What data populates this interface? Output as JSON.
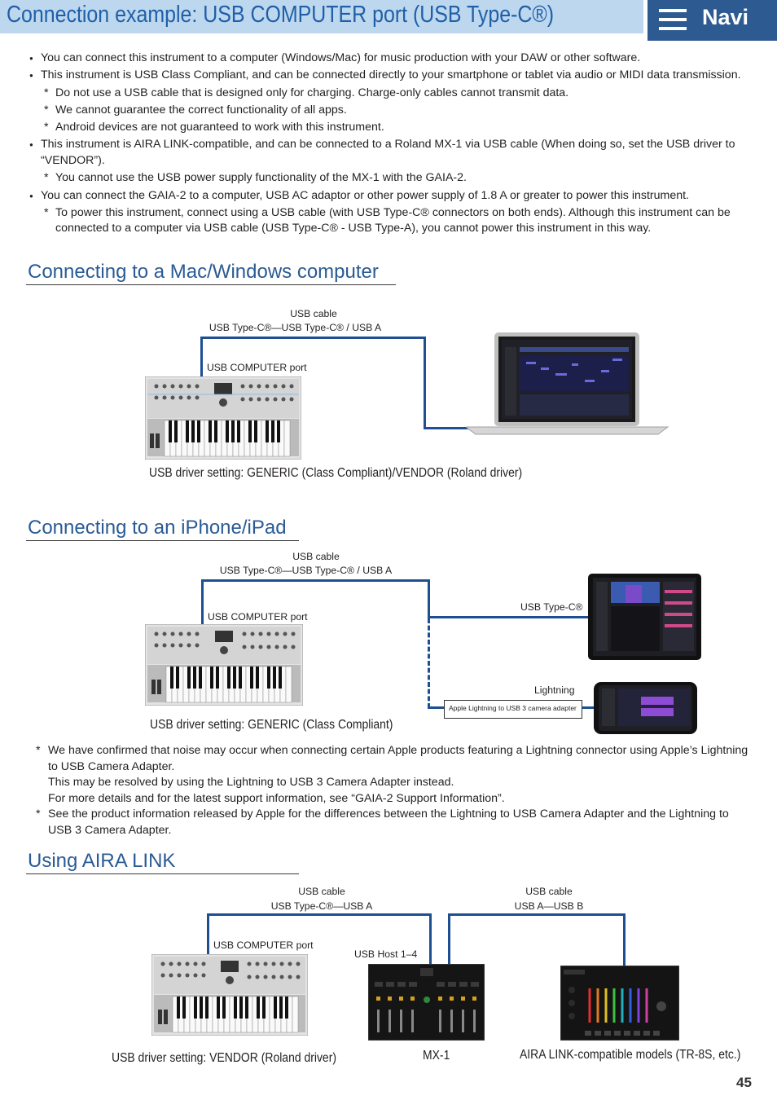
{
  "header": {
    "title": "Connection example: USB COMPUTER port (USB Type-C®)",
    "navi_label": "Navi"
  },
  "intro": {
    "b1": "You can connect this instrument to a computer (Windows/Mac) for music production with your DAW or other software.",
    "b2": "This instrument is USB Class Compliant, and can be connected directly to your smartphone or tablet via audio or MIDI data transmission.",
    "b2_n1": "Do not use a USB cable that is designed only for charging. Charge-only cables cannot transmit data.",
    "b2_n2": "We cannot guarantee the correct functionality of all apps.",
    "b2_n3": "Android devices are not guaranteed to work with this instrument.",
    "b3": "This instrument is AIRA LINK-compatible, and can be connected to a Roland MX-1 via USB cable (When doing so, set the USB driver to “VENDOR”).",
    "b3_n1": "You cannot use the USB power supply functionality of the MX-1 with the GAIA-2.",
    "b4": "You can connect the GAIA-2 to a computer, USB AC adaptor or other power supply of 1.8 A or greater to power this instrument.",
    "b4_n1": "To power this instrument, connect using a USB cable (with USB Type-C® connectors on both ends). Although this instrument can be connected to a computer via USB cable (USB Type-C® - USB Type-A), you cannot power this instrument in this way."
  },
  "sec_mac": {
    "title": "Connecting to a Mac/Windows computer",
    "cable_label": "USB cable",
    "cable_type": "USB Type-C®—USB Type-C® / USB A",
    "port_label": "USB COMPUTER port",
    "caption": "USB driver setting: GENERIC (Class Compliant)/VENDOR (Roland driver)"
  },
  "sec_ios": {
    "title": "Connecting to an iPhone/iPad",
    "cable_label": "USB cable",
    "cable_type": "USB Type-C®—USB Type-C® / USB A",
    "port_label": "USB COMPUTER port",
    "typec_label": "USB Type-C®",
    "lightning_label": "Lightning",
    "adapter_label": "Apple Lightning to USB 3 camera adapter",
    "caption": "USB driver setting: GENERIC (Class Compliant)"
  },
  "notes": {
    "n1_l1": "We have confirmed that noise may occur when connecting certain Apple products featuring a Lightning connector using Apple’s Lightning to USB Camera Adapter.",
    "n1_l2": "This may be resolved by using the Lightning to USB 3 Camera Adapter instead.",
    "n1_l3": "For more details and for the latest support information, see “GAIA-2 Support Information”.",
    "n2": "See the product information released by Apple for the differences between the Lightning to USB Camera Adapter and the Lightning to USB 3 Camera Adapter."
  },
  "sec_aira": {
    "title": "Using AIRA LINK",
    "cable1_label": "USB cable",
    "cable1_type": "USB Type-C®—USB A",
    "cable2_label": "USB cable",
    "cable2_type": "USB A—USB B",
    "port_label": "USB COMPUTER port",
    "host_label": "USB Host 1–4",
    "caption_left": "USB driver setting: VENDOR (Roland driver)",
    "caption_mid": "MX-1",
    "caption_right": "AIRA LINK-compatible models (TR-8S, etc.)"
  },
  "page_number": "45",
  "colors": {
    "accent": "#2e5a92",
    "title_bg": "#bdd7ee",
    "wire": "#1d4f91"
  }
}
